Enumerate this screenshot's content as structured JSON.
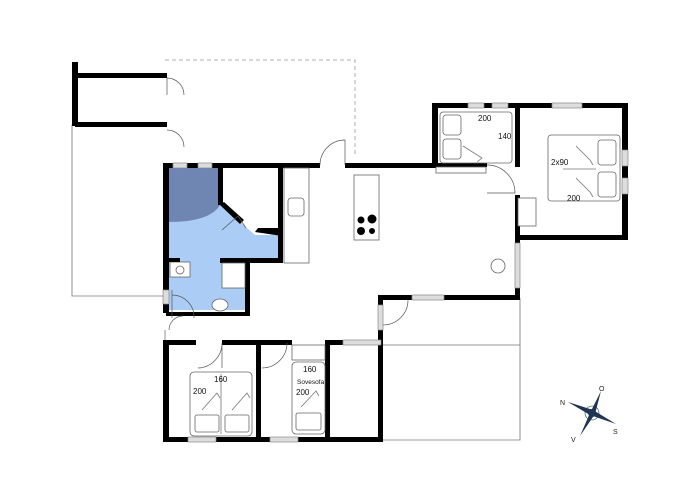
{
  "colors": {
    "wall": "#000000",
    "bathroom": "#aaccf5",
    "shower": "#6f86b3",
    "compass": "#1f3553"
  },
  "bedroom_1": {
    "bed_length": "200",
    "bed_width": "140"
  },
  "bedroom_2": {
    "bed_width": "2x90",
    "bed_length": "200"
  },
  "bedroom_3": {
    "bed_width": "160",
    "bed_length": "200"
  },
  "bedroom_4": {
    "bed_width": "160",
    "bed_type": "Sovesofa",
    "bed_length": "200"
  },
  "compass": {
    "north": "N",
    "east": "O",
    "south": "S",
    "west": "V"
  }
}
